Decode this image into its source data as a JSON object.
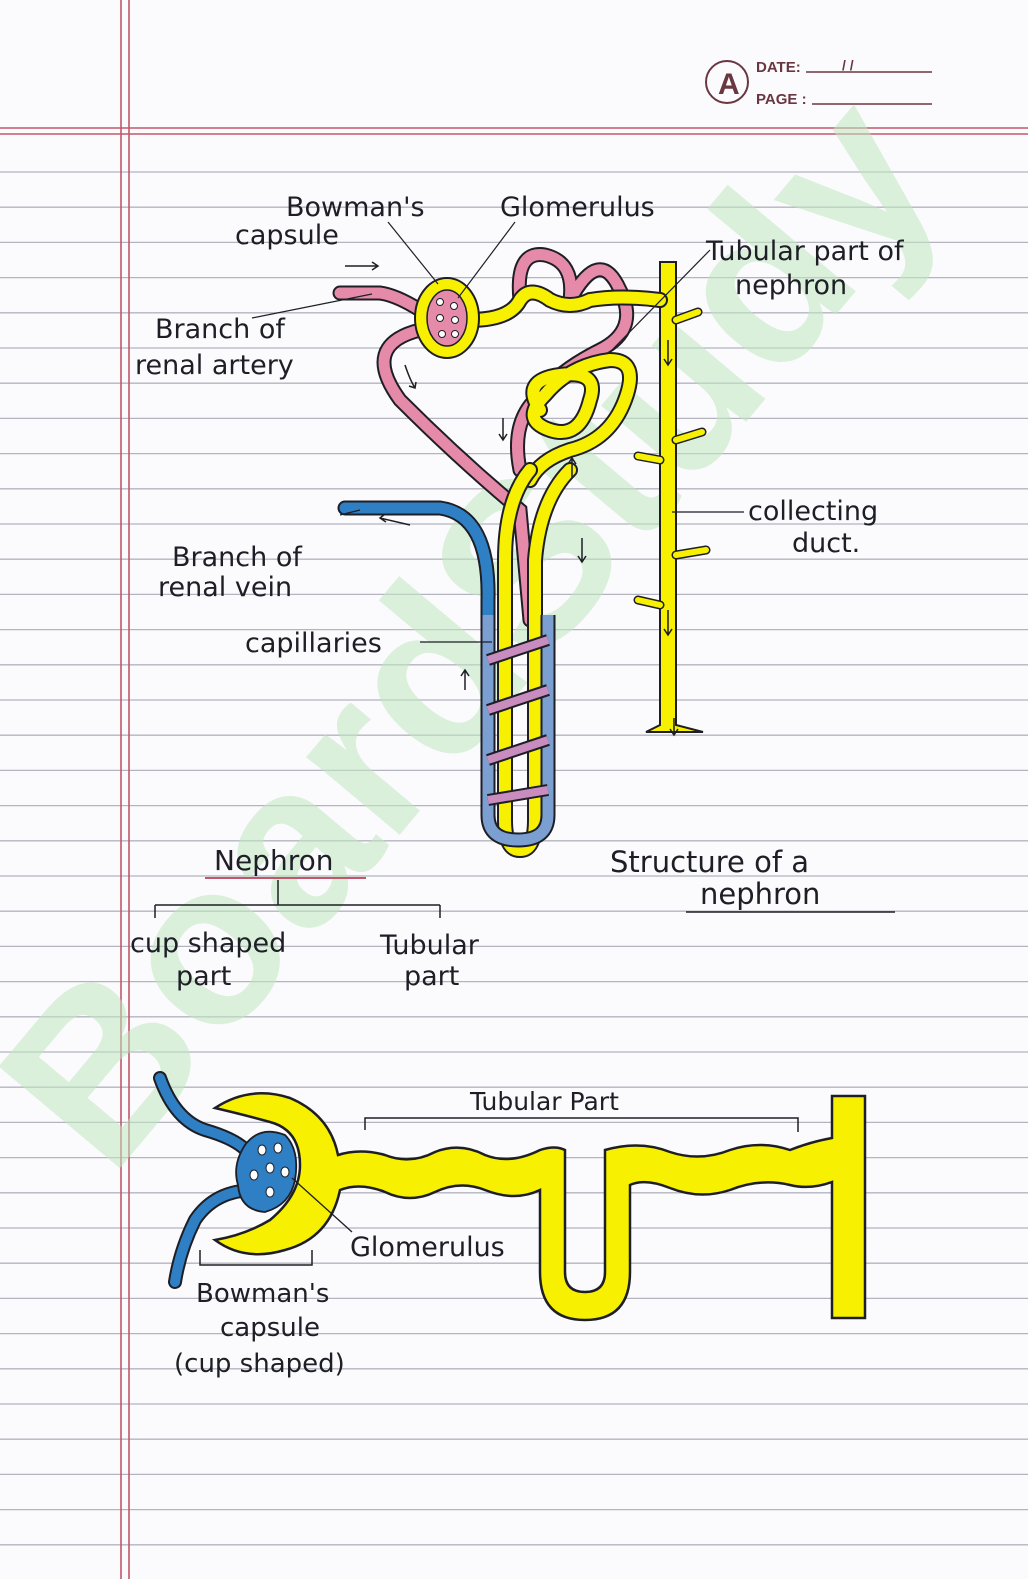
{
  "header": {
    "logo_letter": "A",
    "date_label": "DATE:",
    "date_value": "/   /",
    "page_label": "PAGE :"
  },
  "watermark": "BoardStudy",
  "diagram1": {
    "labels": {
      "bowmans_capsule": [
        "Bowman's",
        "capsule"
      ],
      "glomerulus": "Glomerulus",
      "tubular_part": [
        "Tubular part of",
        "nephron"
      ],
      "renal_artery": [
        "Branch of",
        "renal artery"
      ],
      "collecting_duct": [
        "collecting",
        "duct."
      ],
      "renal_vein": [
        "Branch of",
        "renal vein"
      ],
      "capillaries": "capillaries"
    },
    "caption": [
      "Structure of a",
      "nephron"
    ]
  },
  "classification": {
    "root": "Nephron",
    "children": [
      [
        "cup shaped",
        "part"
      ],
      [
        "Tubular",
        "part"
      ]
    ]
  },
  "diagram2": {
    "labels": {
      "tubular_part": "Tubular Part",
      "glomerulus": "Glomerulus",
      "bowmans_capsule": [
        "Bowman's",
        "capsule",
        "(cup shaped)"
      ]
    }
  },
  "colors": {
    "tubule_yellow": "#f7f000",
    "artery_pink": "#e58aa8",
    "vein_blue": "#2e7fc4",
    "margin_red": "#c2576a",
    "rule_gray": "#b4b4c0",
    "watermark_green": "#bfe8bf",
    "ink": "#1e1e26"
  }
}
